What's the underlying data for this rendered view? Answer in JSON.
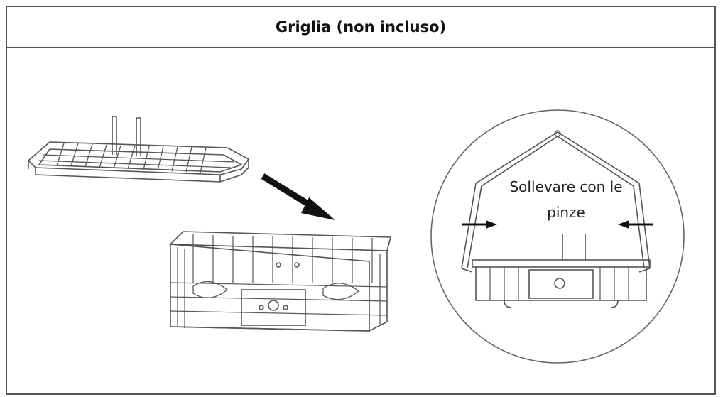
{
  "header": {
    "title": "Griglia (non incluso)"
  },
  "figure": {
    "caption_line1": "Sollevare con le",
    "caption_line2": "pinze"
  },
  "icons": {
    "move_arrow": "arrow-down-right-icon",
    "left_arrow": "arrow-right-icon",
    "right_arrow": "arrow-left-icon"
  },
  "colors": {
    "line": "#444444",
    "border": "#555555",
    "text": "#111111"
  }
}
